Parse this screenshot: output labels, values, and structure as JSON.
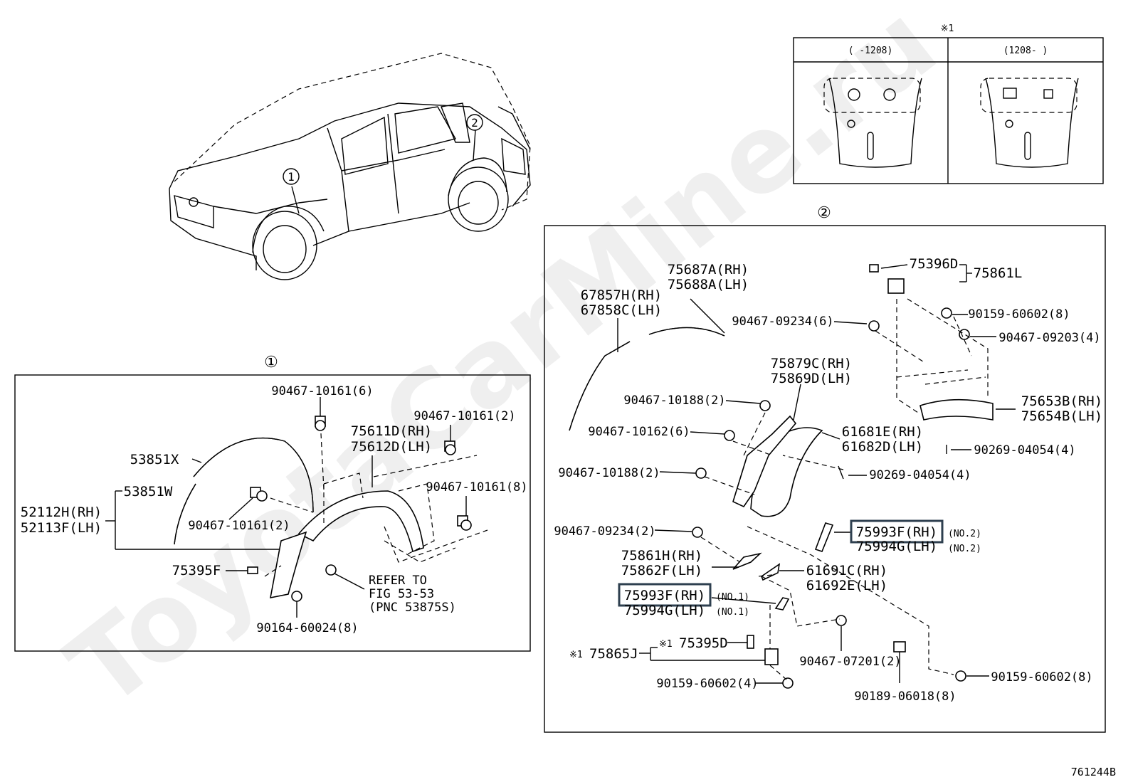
{
  "watermark": "ToyotaCarMine.ru",
  "figure_id": "761244B",
  "note_mark": "※1",
  "date_table": {
    "col_left": "(    -1208)",
    "col_right": "(1208-    )"
  },
  "callouts": {
    "c1": "①",
    "c2": "②"
  },
  "panel1": {
    "bolt_top": "90467-10161(6)",
    "bolt_top_right": "90467-10161(2)",
    "flare_rh": "75611D(RH)",
    "flare_lh": "75612D(LH)",
    "mold_top": "53851X",
    "mold_w": "53851W",
    "seal_rh": "52112H(RH)",
    "seal_lh": "52113F(LH)",
    "bolt_mid": "90467-10161(2)",
    "bolt_right": "90467-10161(8)",
    "clip": "75395F",
    "refer1": "REFER TO",
    "refer2": "FIG 53-53",
    "refer3": "(PNC 53875S)",
    "screw": "90164-60024(8)"
  },
  "panel2": {
    "trim_rh": "75687A(RH)",
    "trim_lh": "75688A(LH)",
    "seal_rh": "67857H(RH)",
    "seal_lh": "67858C(LH)",
    "p75396d": "75396D",
    "p75861l": "75861L",
    "b90159a": "90159-60602(8)",
    "b9023406a": "90467-09234(6)",
    "b9020304": "90467-09203(4)",
    "p75879c": "75879C(RH)",
    "p75869d": "75869D(LH)",
    "b1018802": "90467-10188(2)",
    "p75653b": "75653B(RH)",
    "p75654b": "75654B(LH)",
    "b1016206": "90467-10162(6)",
    "p61681e": "61681E(RH)",
    "p61682d": "61682D(LH)",
    "b90269a": "90269-04054(4)",
    "b1018802b": "90467-10188(2)",
    "b90269b": "90269-04054(4)",
    "b0923402": "90467-09234(2)",
    "p75993f_a": "75993F(RH)",
    "no2a": "(NO.2)",
    "p75994g_a": "75994G(LH)",
    "no2b": "(NO.2)",
    "p75861h": "75861H(RH)",
    "p75862f": "75862F(LH)",
    "p61691c": "61691C(RH)",
    "p61692e": "61692E(LH)",
    "p75993f_b": "75993F(RH)",
    "no1a": "(NO.1)",
    "p75994g_b": "75994G(LH)",
    "no1b": "(NO.1)",
    "p75865j": "75865J",
    "p75395d": "75395D",
    "b9046707201": "90467-07201(2)",
    "b90159b": "90159-60602(4)",
    "b90189": "90189-06018(8)",
    "b90159c": "90159-60602(8)"
  }
}
